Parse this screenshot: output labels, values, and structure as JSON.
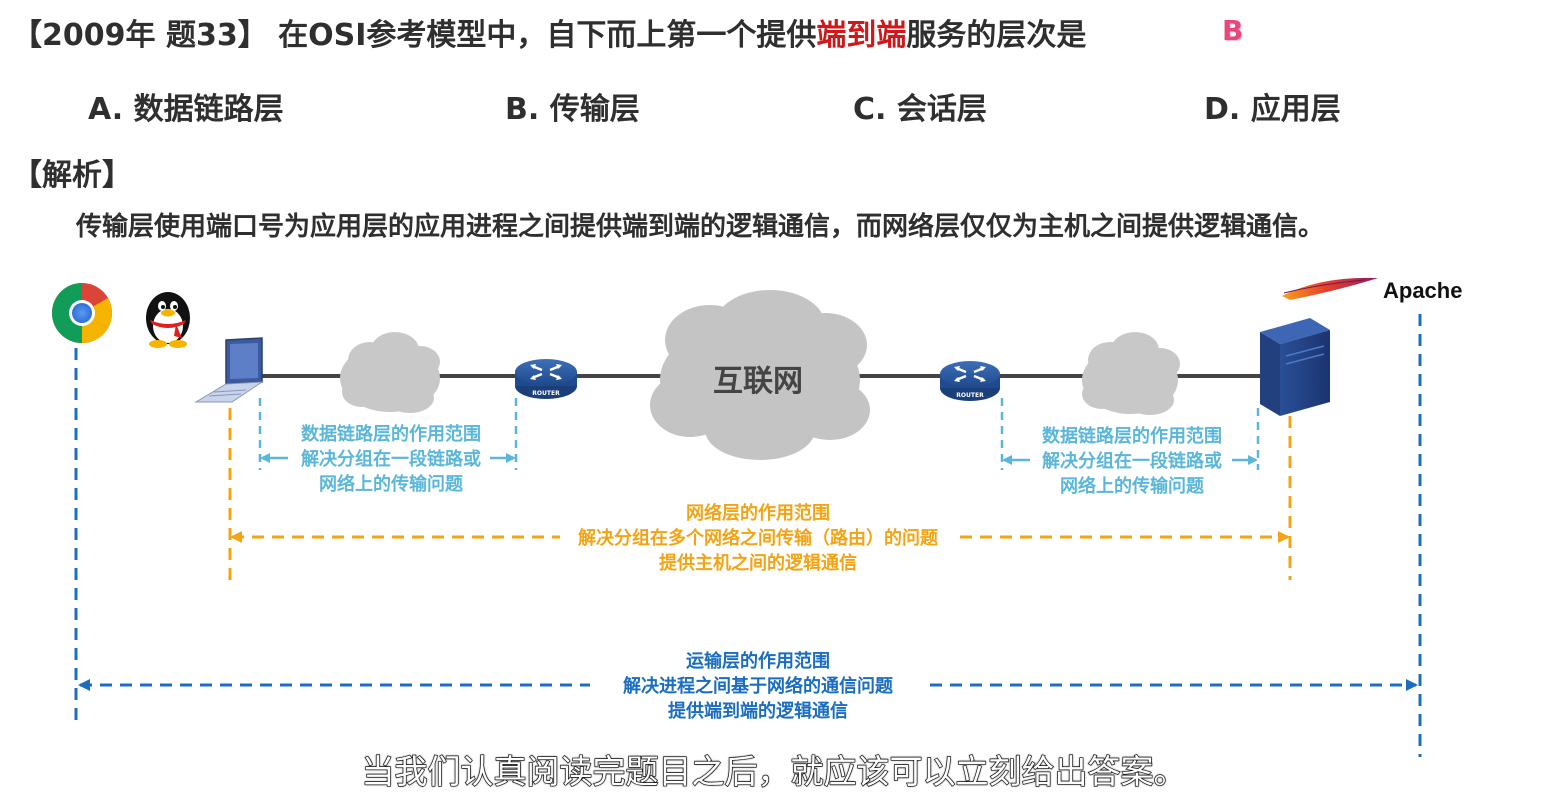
{
  "question": {
    "prefix": "【2009年 题33】 在OSI参考模型中，自下而上第一个提供",
    "highlight": "端到端",
    "suffix": "服务的层次是",
    "answer": "B"
  },
  "options": [
    {
      "text": "A. 数据链路层"
    },
    {
      "text": "B. 传输层"
    },
    {
      "text": "C. 会话层"
    },
    {
      "text": "D. 应用层"
    }
  ],
  "analysis": {
    "label": "【解析】",
    "text": "传输层使用端口号为应用层的应用进程之间提供端到端的逻辑通信，而网络层仅仅为主机之间提供逻辑通信。"
  },
  "diagram": {
    "internet_label": "互联网",
    "router_label": "ROUTER",
    "server_app_label": "Apache",
    "left_link": {
      "lines": [
        "数据链路层的作用范围",
        "解决分组在一段链路或",
        "网络上的传输问题"
      ]
    },
    "right_link": {
      "lines": [
        "数据链路层的作用范围",
        "解决分组在一段链路或",
        "网络上的传输问题"
      ]
    },
    "network": {
      "lines": [
        "网络层的作用范围",
        "解决分组在多个网络之间传输（路由）的问题",
        "提供主机之间的逻辑通信"
      ]
    },
    "transport": {
      "lines": [
        "运输层的作用范围",
        "解决进程之间基于网络的通信问题",
        "提供端到端的逻辑通信"
      ]
    },
    "colors": {
      "link": "#5bb7d9",
      "network": "#f2a417",
      "transport": "#1b6dc1",
      "highlight": "#d0171a",
      "answer": "#e7477c"
    },
    "icons": [
      "chrome-icon",
      "qq-penguin-icon",
      "laptop-icon",
      "cloud-icon",
      "router-icon",
      "internet-cloud-icon",
      "server-icon",
      "apache-feather-icon"
    ]
  },
  "subtitle": "当我们认真阅读完题目之后，就应该可以立刻给出答案。"
}
